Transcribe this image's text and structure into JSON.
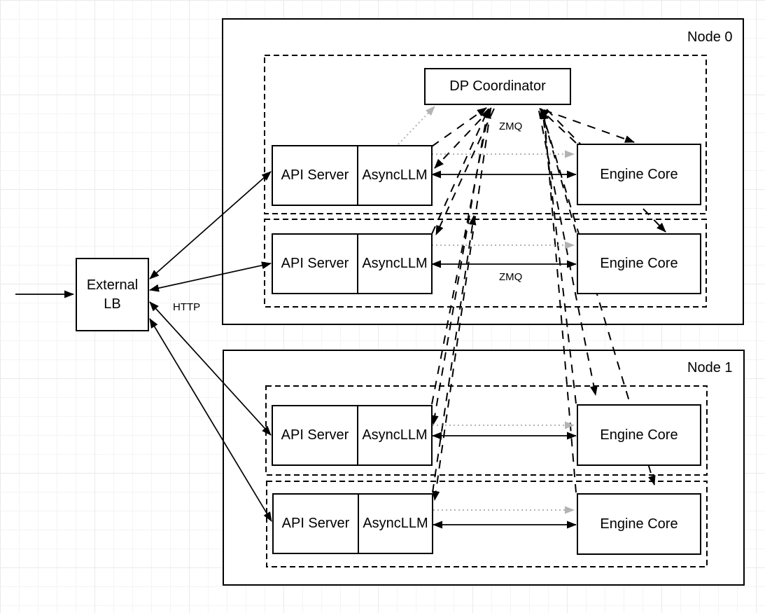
{
  "labels": {
    "node0": "Node 0",
    "node1": "Node 1",
    "dp_coordinator": "DP Coordinator",
    "api_server": "API Server",
    "async_llm": "AsyncLLM",
    "engine_core": "Engine Core",
    "external_lb_line1": "External",
    "external_lb_line2": "LB",
    "http": "HTTP",
    "zmq_top": "ZMQ",
    "zmq_row2": "ZMQ"
  },
  "colors": {
    "line": "#000000",
    "dotted_gray": "#b3b3b3",
    "box_fill": "#ffffff",
    "box_border": "#000000",
    "grid_minor": "#f4f4f4",
    "grid_major": "#eaeaea"
  },
  "structure": {
    "node0_children": [
      "dp_coordinator",
      "api_server_1+async_llm_1",
      "engine_core_1",
      "api_server_2+async_llm_2",
      "engine_core_2"
    ],
    "node1_children": [
      "api_server_3+async_llm_3",
      "engine_core_3",
      "api_server_4+async_llm_4",
      "engine_core_4"
    ]
  },
  "connections": [
    {
      "style": "solid-arrow",
      "from": "inbound-traffic",
      "to": "external-lb"
    },
    {
      "style": "solid-double-arrow",
      "from": "external-lb",
      "to": "api-server-1",
      "label": "HTTP"
    },
    {
      "style": "solid-double-arrow",
      "from": "external-lb",
      "to": "api-server-2",
      "label": "HTTP"
    },
    {
      "style": "solid-double-arrow",
      "from": "external-lb",
      "to": "api-server-3",
      "label": "HTTP"
    },
    {
      "style": "solid-double-arrow",
      "from": "external-lb",
      "to": "api-server-4",
      "label": "HTTP"
    },
    {
      "style": "solid-double-arrow",
      "from": "async-llm-1",
      "to": "engine-core-1",
      "label": "ZMQ"
    },
    {
      "style": "solid-double-arrow",
      "from": "async-llm-2",
      "to": "engine-core-2",
      "label": "ZMQ"
    },
    {
      "style": "solid-double-arrow",
      "from": "async-llm-3",
      "to": "engine-core-3",
      "label": "ZMQ"
    },
    {
      "style": "solid-double-arrow",
      "from": "async-llm-4",
      "to": "engine-core-4",
      "label": "ZMQ"
    },
    {
      "style": "dotted-gray-arrow",
      "from": "async-llm-1",
      "to": "engine-core-1"
    },
    {
      "style": "dotted-gray-arrow",
      "from": "async-llm-2",
      "to": "engine-core-2"
    },
    {
      "style": "dotted-gray-arrow",
      "from": "async-llm-3",
      "to": "engine-core-3"
    },
    {
      "style": "dotted-gray-arrow",
      "from": "async-llm-4",
      "to": "engine-core-4"
    },
    {
      "style": "dotted-gray-arrow",
      "from": "async-llm-1",
      "to": "dp-coordinator"
    },
    {
      "style": "dashed-arrow",
      "from": "async-llm-1",
      "to": "dp-coordinator"
    },
    {
      "style": "dashed-arrow",
      "from": "dp-coordinator",
      "to": "async-llm-1"
    },
    {
      "style": "dashed-arrow",
      "from": "async-llm-2",
      "to": "dp-coordinator"
    },
    {
      "style": "dashed-arrow",
      "from": "dp-coordinator",
      "to": "async-llm-2"
    },
    {
      "style": "dashed-arrow",
      "from": "async-llm-3",
      "to": "dp-coordinator"
    },
    {
      "style": "dashed-arrow",
      "from": "dp-coordinator",
      "to": "async-llm-3"
    },
    {
      "style": "dashed-arrow",
      "from": "async-llm-4",
      "to": "dp-coordinator"
    },
    {
      "style": "dashed-arrow",
      "from": "dp-coordinator",
      "to": "async-llm-4"
    },
    {
      "style": "dashed-arrow",
      "from": "engine-core-1",
      "to": "dp-coordinator"
    },
    {
      "style": "dashed-arrow",
      "from": "dp-coordinator",
      "to": "engine-core-1"
    },
    {
      "style": "dashed-arrow",
      "from": "engine-core-2",
      "to": "dp-coordinator"
    },
    {
      "style": "dashed-arrow",
      "from": "dp-coordinator",
      "to": "engine-core-2"
    },
    {
      "style": "dashed-arrow",
      "from": "engine-core-3",
      "to": "dp-coordinator"
    },
    {
      "style": "dashed-arrow",
      "from": "dp-coordinator",
      "to": "engine-core-3"
    },
    {
      "style": "dashed-arrow",
      "from": "engine-core-4",
      "to": "dp-coordinator"
    },
    {
      "style": "dashed-arrow",
      "from": "dp-coordinator",
      "to": "engine-core-4"
    }
  ]
}
